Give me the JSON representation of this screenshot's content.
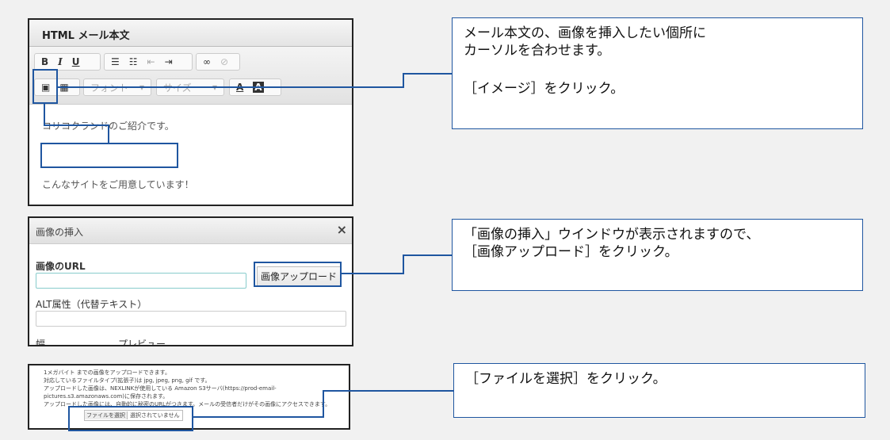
{
  "step1": {
    "header": "HTML メール本文",
    "toolbar": {
      "bold": "B",
      "italic": "I",
      "underline": "U",
      "font": "フォント",
      "size": "サイズ",
      "text_color": "A",
      "bg_color": "A"
    },
    "body_line1": "コリコクランドのご紹介です。",
    "body_line2": "こんなサイトをご用意しています！",
    "callout": [
      "メール本文の、画像を挿入したい個所に",
      "カーソルを合わせます。",
      "［イメージ］をクリック。"
    ]
  },
  "step2": {
    "title": "画像の挿入",
    "close": "×",
    "url_label": "画像のURL",
    "url_value": "",
    "upload_button": "画像アップロード",
    "alt_label": "ALT属性（代替テキスト）",
    "alt_value": "",
    "cut_label_1": "幅",
    "cut_label_2": "プレビュー",
    "callout": [
      "「画像の挿入」ウインドウが表示されますので、",
      "［画像アップロード］をクリック。"
    ]
  },
  "step3": {
    "lines": [
      "1メガバイト までの画像をアップロードできます。",
      "対応しているファイルタイプ(拡張子)は jpg, jpeg, png, gif です。",
      "アップロードした画像は、NEXLINKが使用している Amazon S3サーバ(https://prod-email-pictures.s3.amazonaws.com)に保存されます。",
      "アップロードした画像には、自動的に秘密のURLがつきます。メールの受信者だけがその画像にアクセスできます。"
    ],
    "file_button": "ファイルを選択",
    "file_status": "選択されていません",
    "callout": [
      "［ファイルを選択］をクリック。"
    ]
  },
  "colors": {
    "accent": "#1f56a0",
    "background": "#f1f1f1"
  }
}
